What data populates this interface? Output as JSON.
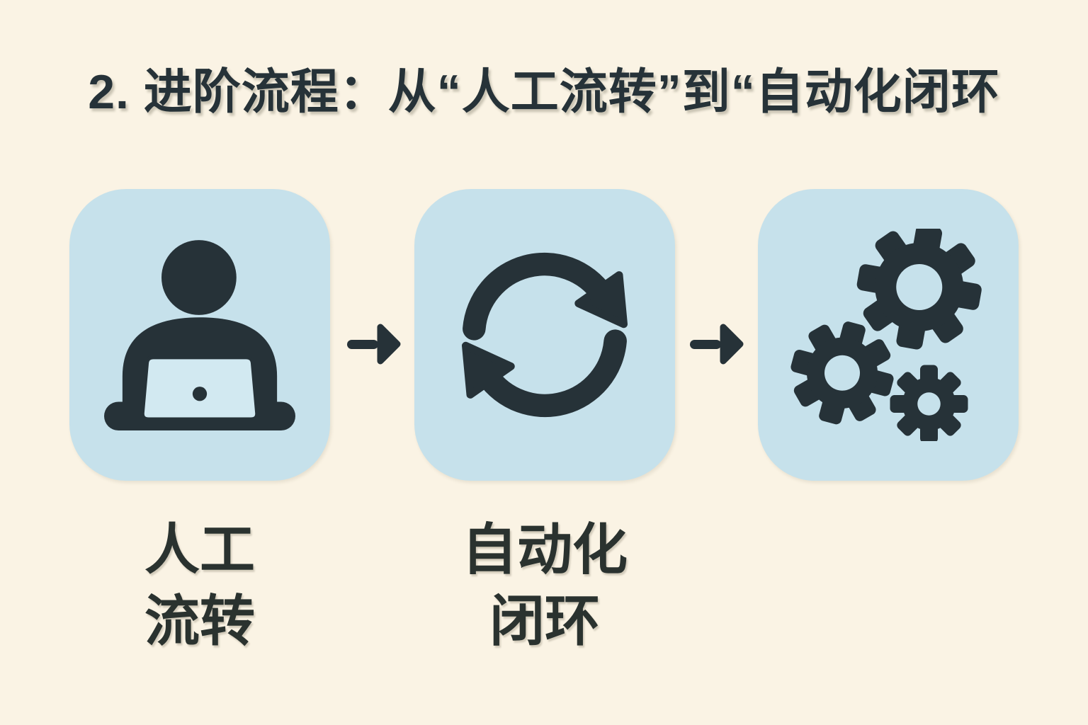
{
  "title": "2. 进阶流程：从“人工流转”到“自动化闭环",
  "steps": [
    {
      "id": "manual-handoff",
      "icon": "person-at-laptop-icon",
      "label_line1": "人工",
      "label_line2": "流转"
    },
    {
      "id": "automated-loop",
      "icon": "sync-cycle-icon",
      "label_line1": "自动化",
      "label_line2": "闭环"
    },
    {
      "id": "machine-gears",
      "icon": "gears-icon",
      "label_line1": "",
      "label_line2": ""
    }
  ],
  "connectors": [
    {
      "icon": "right-arrow-icon"
    },
    {
      "icon": "right-arrow-icon"
    }
  ],
  "colors": {
    "background": "#faf3e4",
    "card": "#c6e1eb",
    "ink": "#263238",
    "laptop_screen": "#d2e9f1"
  }
}
